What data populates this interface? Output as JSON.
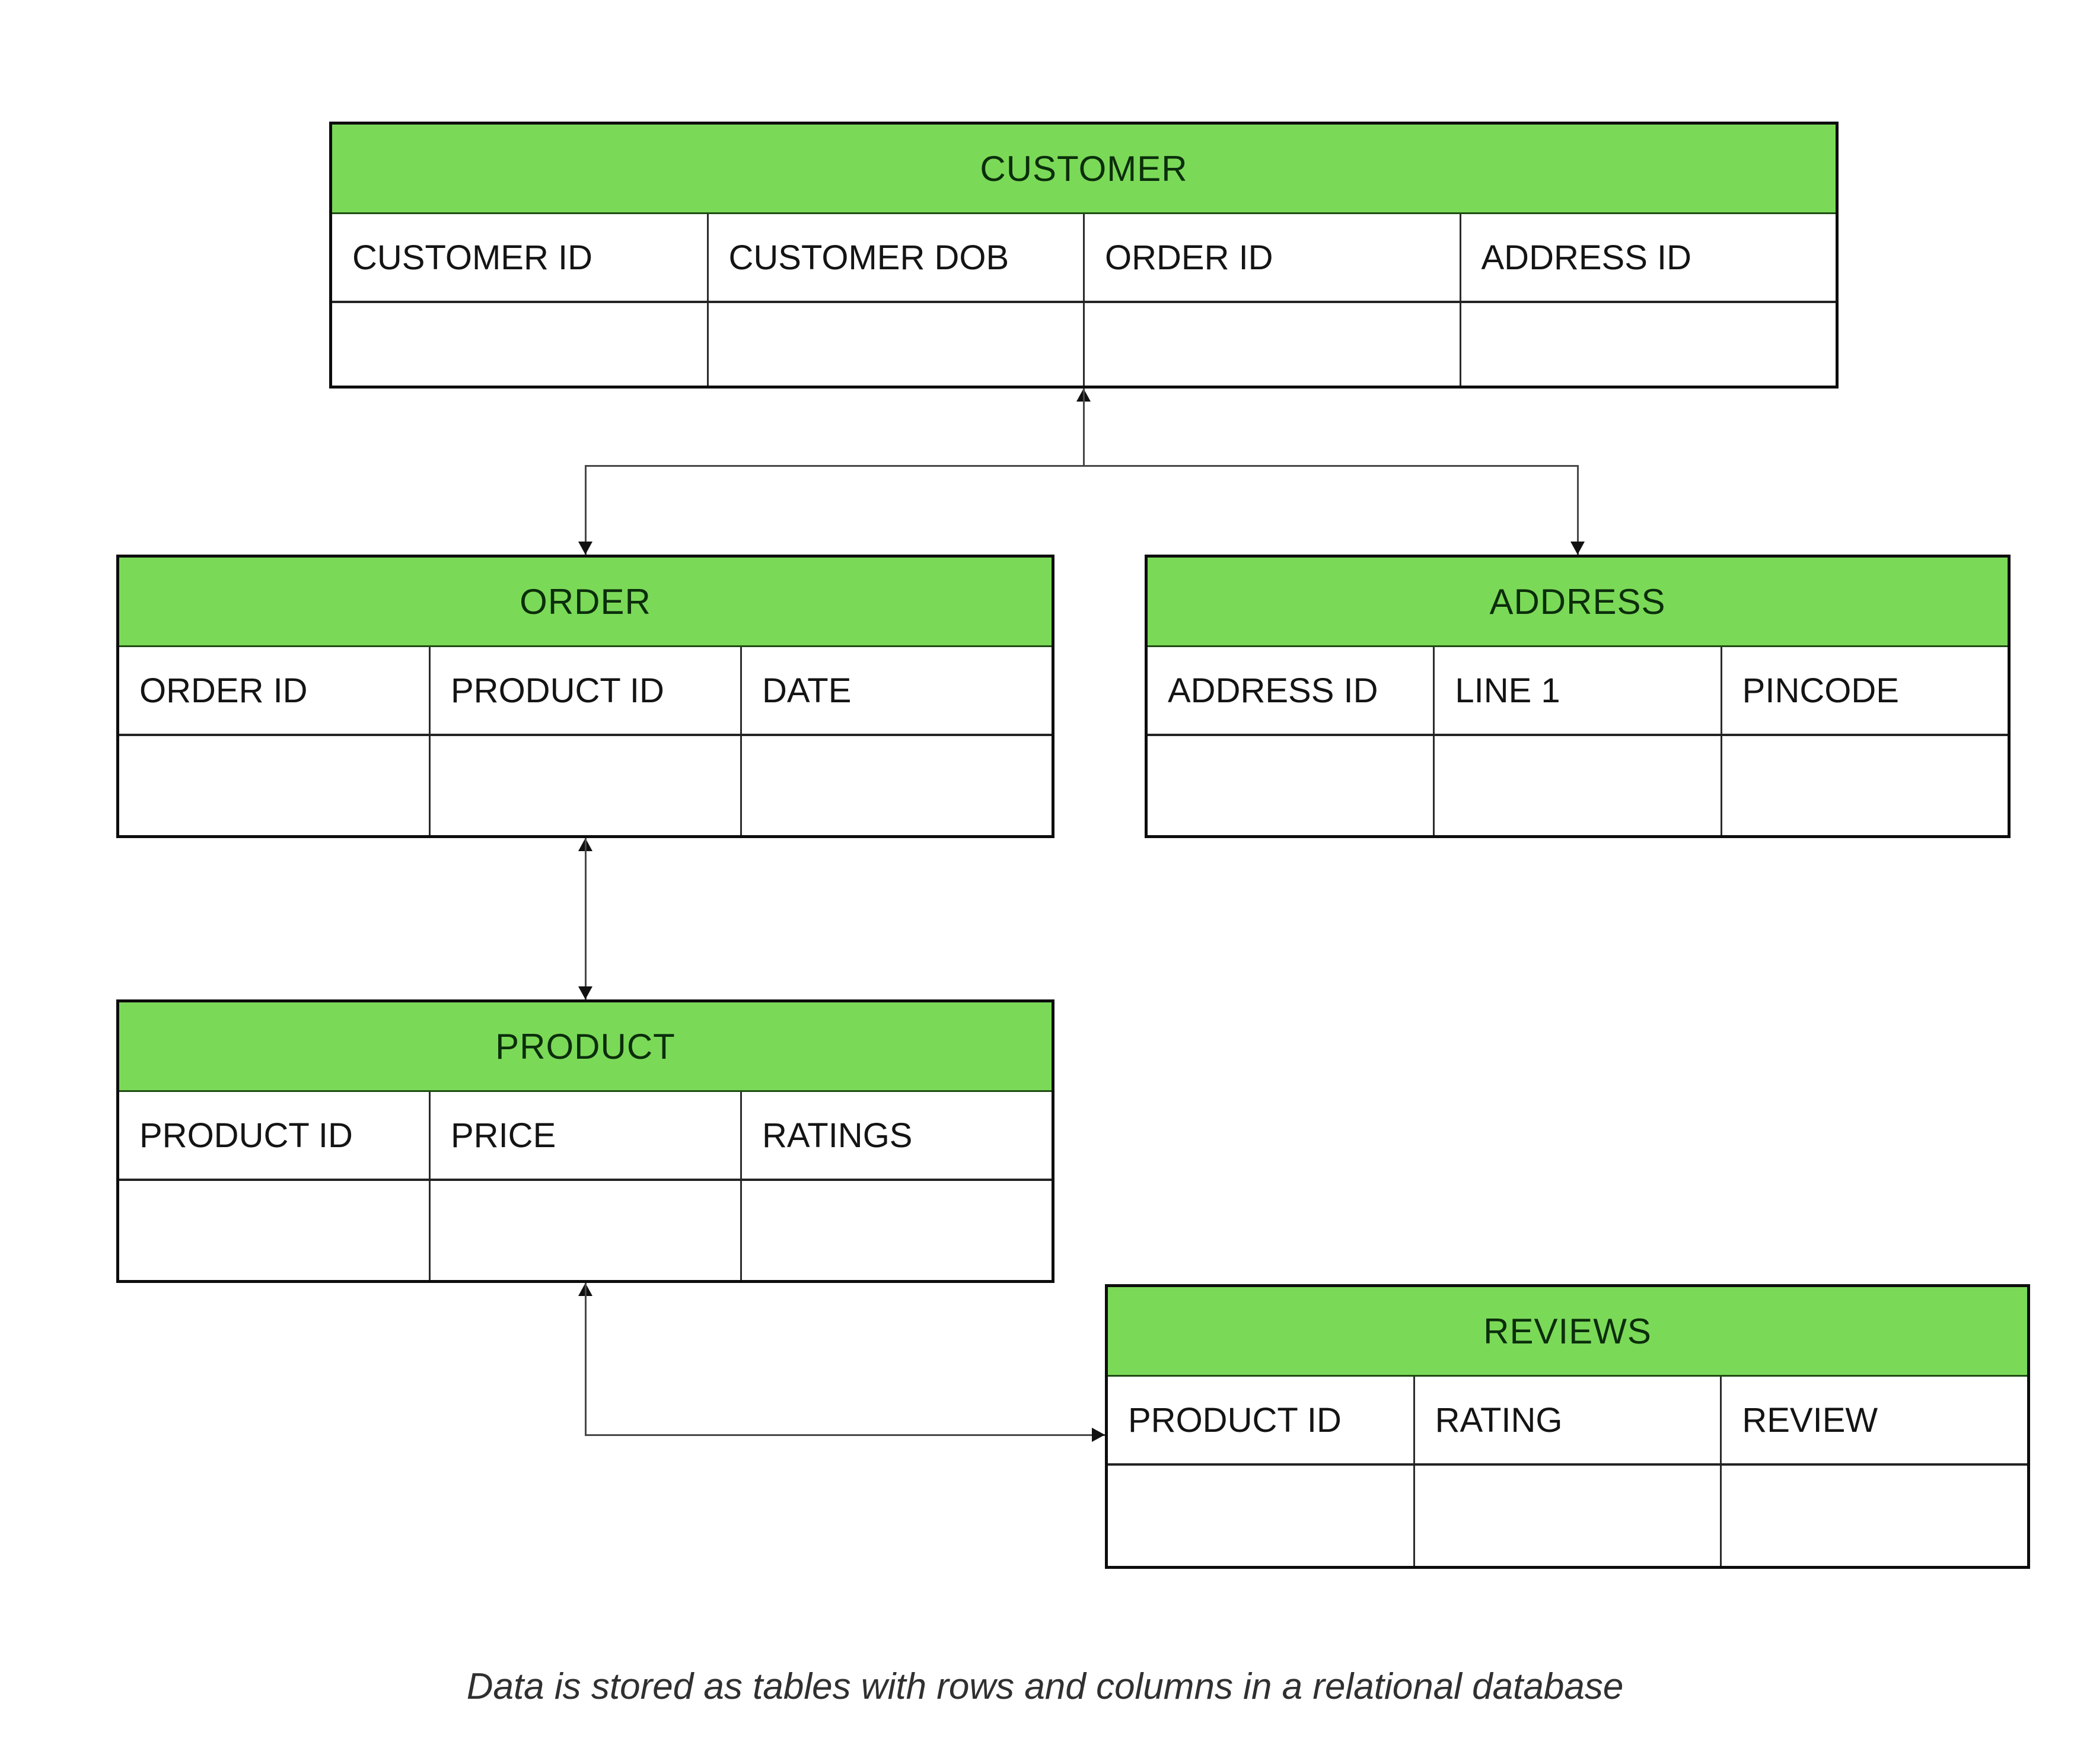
{
  "page": {
    "caption": "Data is stored as tables with rows and columns in a relational database"
  },
  "colors": {
    "header_green": "#7BD958",
    "line_gray": "#474747",
    "caption_text": "#303030",
    "table_border": "#0d0d0d"
  },
  "tables": {
    "customer": {
      "title": "CUSTOMER",
      "columns": [
        "CUSTOMER ID",
        "CUSTOMER DOB",
        "ORDER ID",
        "ADDRESS ID"
      ]
    },
    "order": {
      "title": "ORDER",
      "columns": [
        "ORDER ID",
        "PRODUCT ID",
        "DATE"
      ]
    },
    "address": {
      "title": "ADDRESS",
      "columns": [
        "ADDRESS ID",
        "LINE 1",
        "PINCODE"
      ]
    },
    "product": {
      "title": "PRODUCT",
      "columns": [
        "PRODUCT ID",
        "PRICE",
        "RATINGS"
      ]
    },
    "reviews": {
      "title": "REVIEWS",
      "columns": [
        "PRODUCT ID",
        "RATING",
        "REVIEW"
      ]
    }
  },
  "relationships": [
    {
      "from": "CUSTOMER",
      "to": "ORDER"
    },
    {
      "from": "CUSTOMER",
      "to": "ADDRESS"
    },
    {
      "from": "ORDER",
      "to": "PRODUCT"
    },
    {
      "from": "PRODUCT",
      "to": "REVIEWS"
    }
  ]
}
